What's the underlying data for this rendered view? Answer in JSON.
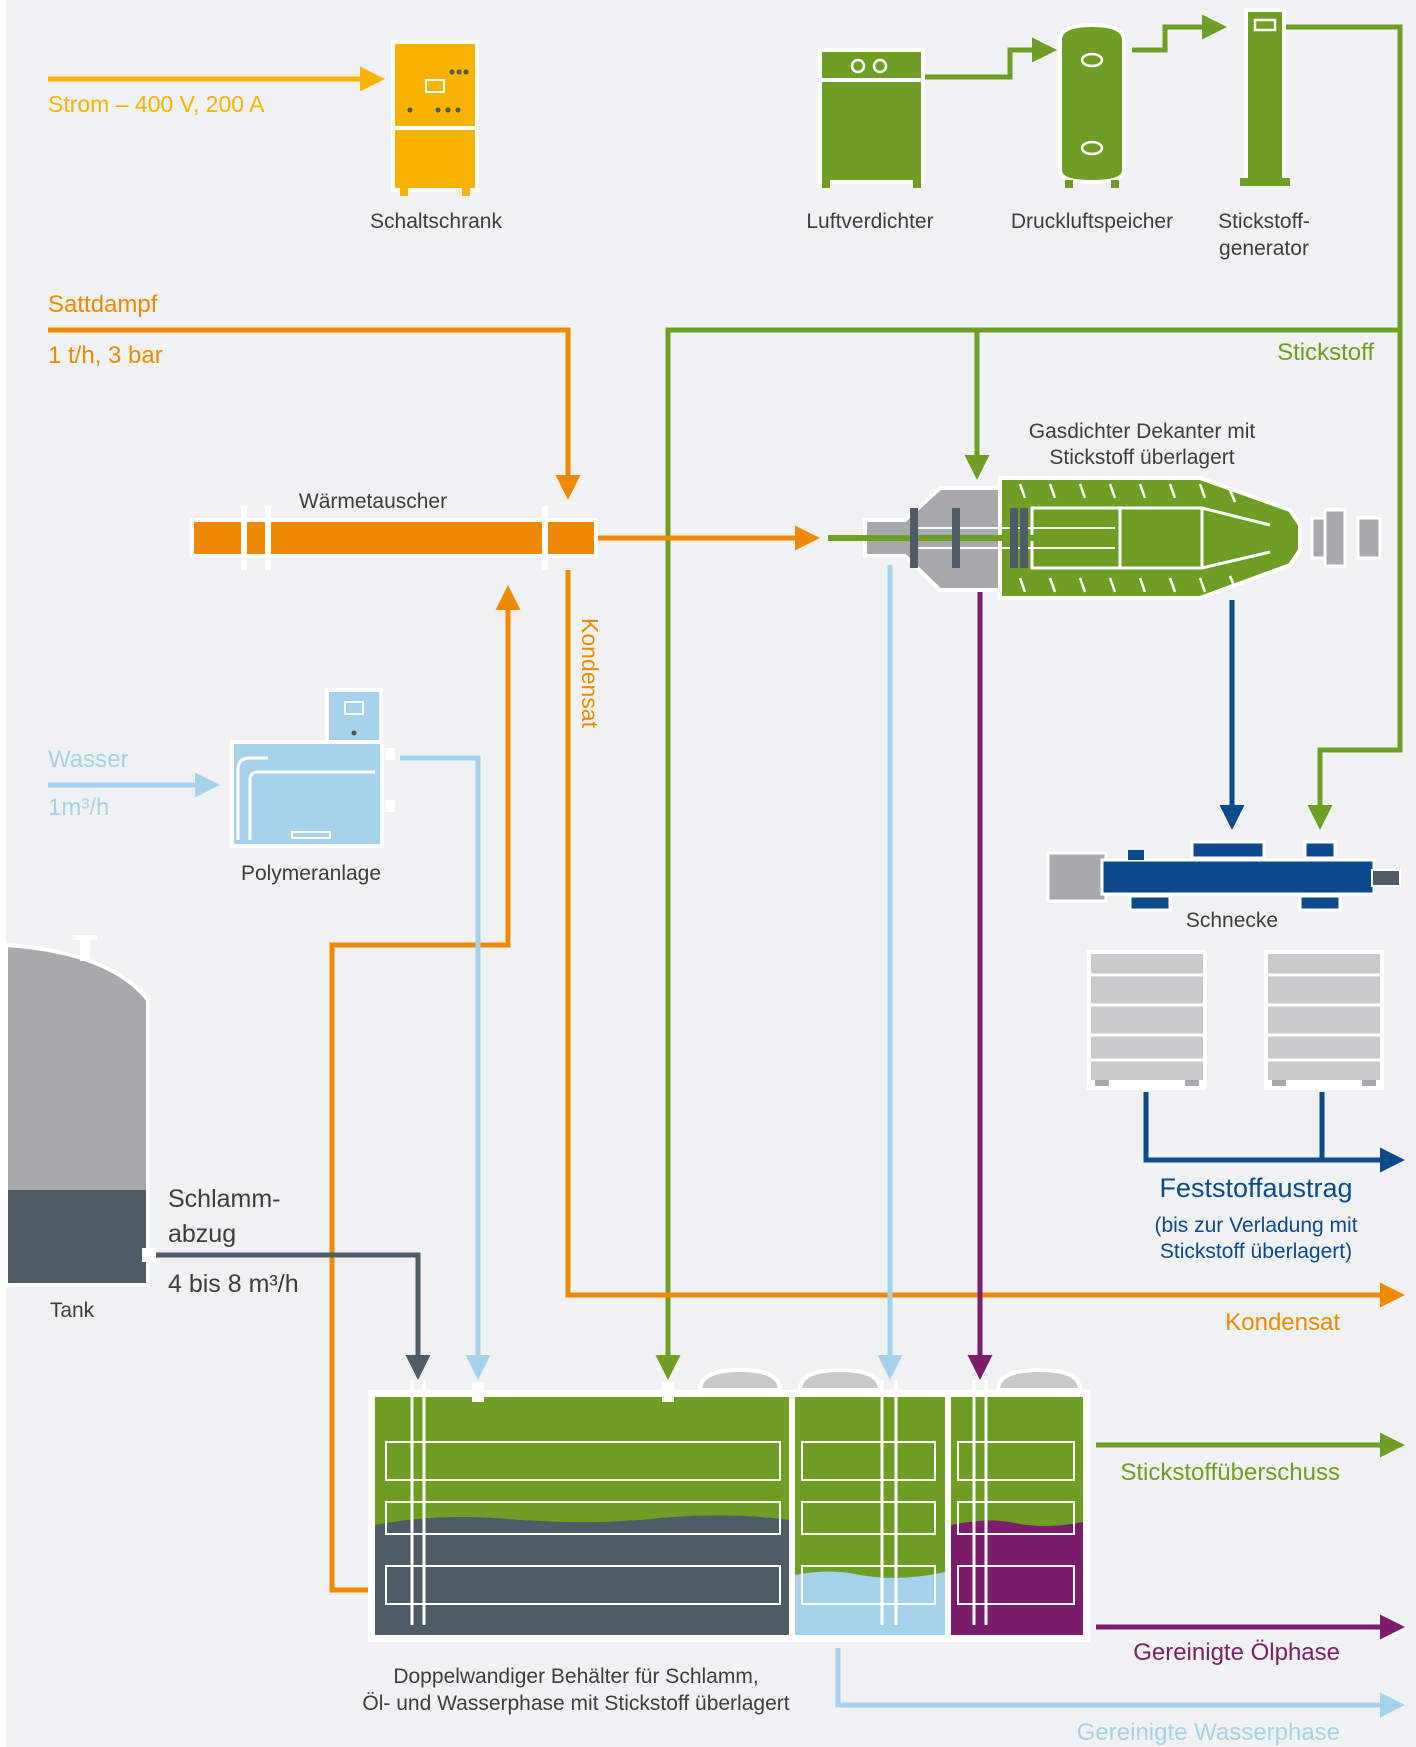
{
  "labels": {
    "strom": "Strom – 400 V, 200 A",
    "schaltschrank": "Schaltschrank",
    "luftverdichter": "Luftverdichter",
    "druckluftspeicher": "Druckluftspeicher",
    "stickstoffgenerator_1": "Stickstoff-",
    "stickstoffgenerator_2": "generator",
    "sattdampf": "Sattdampf",
    "sattdampf_rate": "1 t/h, 3 bar",
    "stickstoff": "Stickstoff",
    "dekanter_1": "Gasdichter Dekanter mit",
    "dekanter_2": "Stickstoff überlagert",
    "waermetauscher": "Wärmetauscher",
    "kondensat_vertical": "Kondensat",
    "wasser": "Wasser",
    "wasser_rate": "1m³/h",
    "polymeranlage": "Polymeranlage",
    "schnecke": "Schnecke",
    "schlamm_1": "Schlamm-",
    "schlamm_2": "abzug",
    "schlamm_rate": "4 bis 8 m³/h",
    "tank": "Tank",
    "feststoffaustrag": "Feststoffaustrag",
    "feststoff_note_1": "(bis zur Verladung mit",
    "feststoff_note_2": "Stickstoff überlagert)",
    "kondensat_out": "Kondensat",
    "stickstoffueberschuss": "Stickstoffüberschuss",
    "oelphase": "Gereinigte Ölphase",
    "wasserphase": "Gereinigte Wasserphase",
    "behaelter_1": "Doppelwandiger Behälter für Schlamm,",
    "behaelter_2": "Öl- und Wasserphase mit Stickstoff überlagert"
  },
  "colors": {
    "background": "#f0f1f2",
    "yellow": "#f9b200",
    "orange": "#ef8a00",
    "green": "#6e9e24",
    "light_blue": "#a6d1ea",
    "dark_blue": "#0c4a8c",
    "purple": "#7b1d6a",
    "dark_gray": "#4f5b66",
    "gray": "#a7a9ac",
    "text_gray": "#3d3d3d"
  },
  "icons": [
    "control-cabinet-icon",
    "air-compressor-icon",
    "air-tank-icon",
    "nitrogen-generator-icon",
    "heat-exchanger-icon",
    "decanter-icon",
    "polymer-unit-icon",
    "screw-conveyor-icon",
    "container-icon",
    "storage-tank-icon",
    "vessel-icon"
  ]
}
